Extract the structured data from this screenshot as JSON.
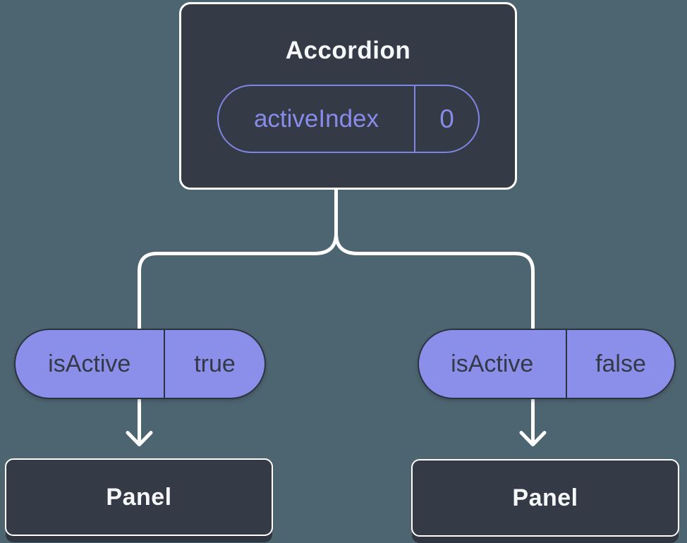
{
  "diagram": {
    "type": "component-tree",
    "root_node": {
      "title": "Accordion",
      "state_pill": {
        "name": "activeIndex",
        "value": "0"
      }
    },
    "branches": [
      {
        "prop_pill": {
          "name": "isActive",
          "value": "true"
        },
        "node": {
          "title": "Panel"
        }
      },
      {
        "prop_pill": {
          "name": "isActive",
          "value": "false"
        },
        "node": {
          "title": "Panel"
        }
      }
    ],
    "colors": {
      "page_background": "#4d6570",
      "node_fill": "#343a46",
      "node_border": "#ffffff",
      "node_text": "#f6f7f9",
      "connector": "#ffffff",
      "state_pill_border": "#7f85e3",
      "state_pill_text": "#878ce9",
      "prop_pill_fill": "#8b8fea",
      "prop_pill_border": "#2c3340",
      "prop_pill_text": "#333a46"
    }
  }
}
